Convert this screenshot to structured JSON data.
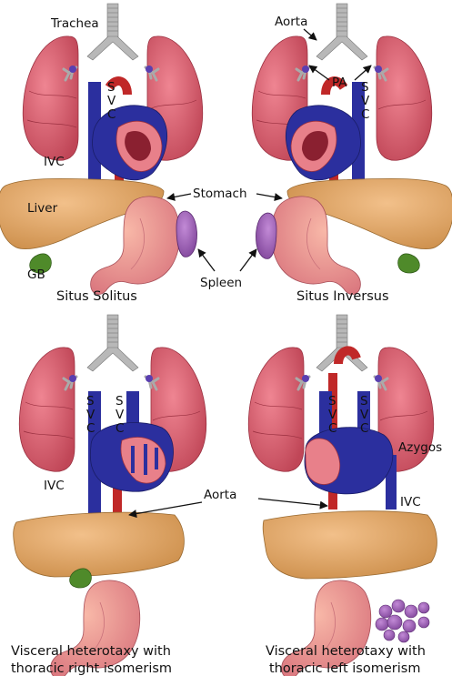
{
  "labels": {
    "trachea": "Trachea",
    "aorta": "Aorta",
    "pa": "PA",
    "svc_s": "S",
    "svc_v": "V",
    "svc_c": "C",
    "ivc": "IVC",
    "liver": "Liver",
    "stomach": "Stomach",
    "gb": "GB",
    "spleen": "Spleen",
    "azygos": "Azygos"
  },
  "captions": {
    "situs_solitus": "Situs Solitus",
    "situs_inversus": "Situs Inversus",
    "right_isomerism_line1": "Visceral heterotaxy with",
    "right_isomerism_line2": "thoracic right isomerism",
    "left_isomerism_line1": "Visceral heterotaxy with",
    "left_isomerism_line2": "thoracic left isomerism"
  },
  "colors": {
    "lung": "#d9606e",
    "lung_dark": "#b8404f",
    "heart": "#e8808a",
    "vein": "#2b2f9e",
    "aorta": "#c02828",
    "liver": "#e0a060",
    "stomach": "#ef9a8c",
    "spleen": "#9a5fb0",
    "gallbladder": "#4f8a2a",
    "trachea": "#b5b5b5"
  }
}
